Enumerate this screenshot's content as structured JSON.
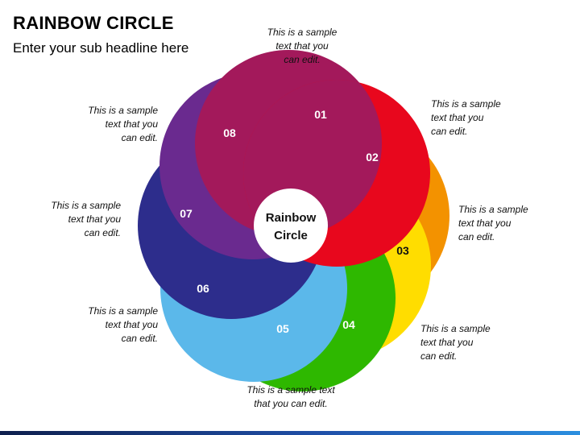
{
  "header": {
    "title": "RAINBOW CIRCLE",
    "subtitle": "Enter your sub headline here"
  },
  "center": {
    "line1": "Rainbow",
    "line2": "Circle"
  },
  "segments": [
    {
      "number": "01",
      "color": "#e8071d",
      "text": [
        "This is a sample",
        "text that you",
        "can edit."
      ]
    },
    {
      "number": "02",
      "color": "#f39200",
      "text": [
        "This is a sample",
        "text that you",
        "can edit."
      ]
    },
    {
      "number": "03",
      "color": "#ffdd00",
      "text": [
        "This is a sample",
        "text that you",
        "can edit."
      ]
    },
    {
      "number": "04",
      "color": "#2eb800",
      "text": [
        "This is a sample",
        "text that you",
        "can edit."
      ]
    },
    {
      "number": "05",
      "color": "#5bb8ea",
      "text": [
        "This is a sample",
        "text that you",
        "can edit."
      ]
    },
    {
      "number": "06",
      "color": "#2d2d8c",
      "text": [
        "This is a sample",
        "text that you",
        "can edit."
      ]
    },
    {
      "number": "07",
      "color": "#6a2a8f",
      "text": [
        "This is a sample",
        "text that you",
        "can edit."
      ]
    },
    {
      "number": "08",
      "color": "#a3195b",
      "text": [
        "This is a sample",
        "text that you",
        "can edit."
      ]
    }
  ],
  "top_label": [
    "This is a sample",
    "text that you",
    "can edit."
  ],
  "bottom_label": [
    "This is a sample text",
    "that you can edit."
  ]
}
